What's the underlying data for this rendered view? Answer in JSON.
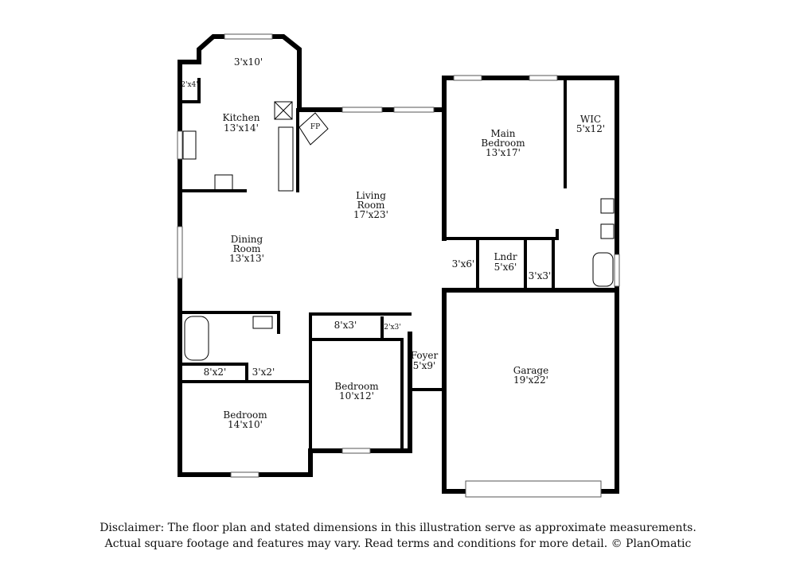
{
  "rooms": {
    "nook": {
      "name": "3'x10'"
    },
    "pantry": {
      "name": "2'x4'"
    },
    "kitchen": {
      "name": "Kitchen",
      "size": "13'x14'"
    },
    "fireplace": {
      "name": "FP"
    },
    "living": {
      "name": "Living",
      "name2": "Room",
      "size": "17'x23'"
    },
    "main_bedroom": {
      "name": "Main",
      "name2": "Bedroom",
      "size": "13'x17'"
    },
    "wic": {
      "name": "WIC",
      "size": "5'x12'"
    },
    "dining": {
      "name": "Dining",
      "name2": "Room",
      "size": "13'x13'"
    },
    "closet_3x6": {
      "name": "3'x6'"
    },
    "laundry": {
      "name": "Lndr",
      "size": "5'x6'"
    },
    "closet_3x3": {
      "name": "3'x3'"
    },
    "closet_8x3": {
      "name": "8'x3'"
    },
    "closet_2x3": {
      "name": "2'x3'"
    },
    "foyer": {
      "name": "Foyer",
      "size": "5'x9'"
    },
    "garage": {
      "name": "Garage",
      "size": "19'x22'"
    },
    "closet_8x2": {
      "name": "8'x2'"
    },
    "closet_3x2": {
      "name": "3'x2'"
    },
    "bedroom_2": {
      "name": "Bedroom",
      "size": "10'x12'"
    },
    "bedroom_1": {
      "name": "Bedroom",
      "size": "14'x10'"
    }
  },
  "disclaimer": {
    "line1": "Disclaimer: The floor plan and stated dimensions in this illustration serve as approximate measurements.",
    "line2": "Actual square footage and features may vary. Read terms and conditions for more detail. © PlanOmatic"
  }
}
